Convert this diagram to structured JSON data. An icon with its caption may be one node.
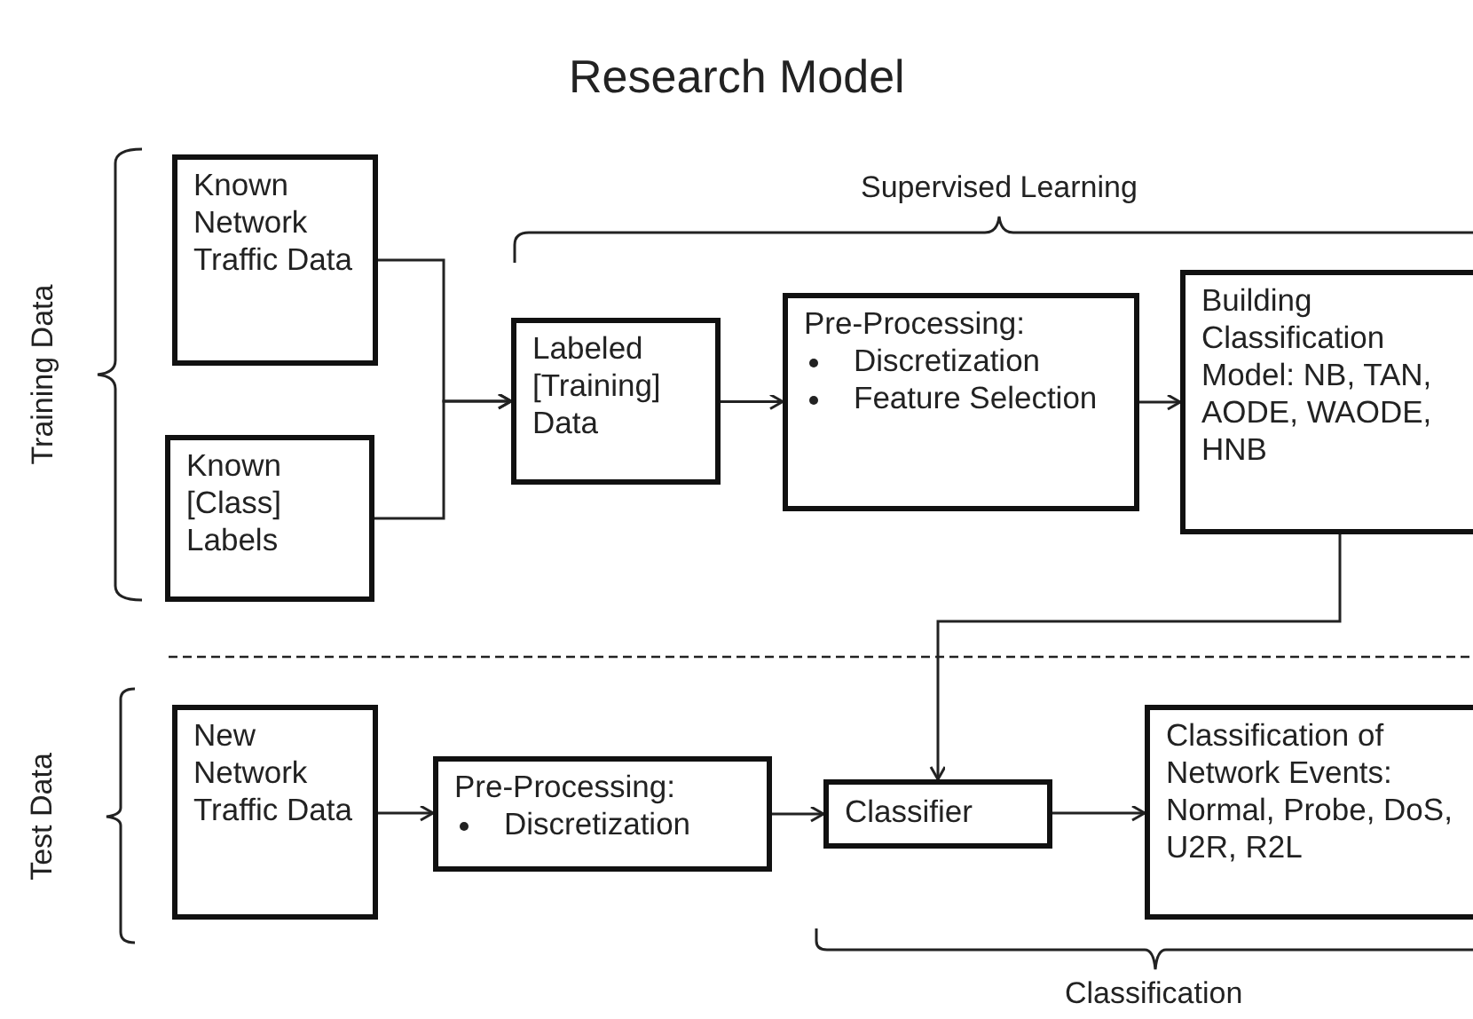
{
  "diagram": {
    "title": "Research Model",
    "nodes": [
      {
        "text": [
          "Known Network Traffic Data"
        ]
      },
      {
        "text": [
          "Known [Class] Labels"
        ]
      },
      {
        "text": [
          "Labeled [Training] Data"
        ]
      },
      {
        "text": [
          "Pre-Processing:",
          "Discretization",
          "Feature Selection"
        ]
      },
      {
        "text": [
          "Building Classification Model: NB, TAN, AODE, WAODE, HNB"
        ]
      },
      {
        "text": [
          "New Network Traffic Data"
        ]
      },
      {
        "text": [
          "Pre-Processing:",
          "Discretization"
        ]
      },
      {
        "text": [
          "Classifier"
        ]
      },
      {
        "text": [
          "Classification of Network Events: Normal, Probe, DoS, U2R, R2L"
        ]
      }
    ],
    "edges": [
      {
        "from": 0,
        "to": 2,
        "arrow": "to"
      },
      {
        "from": 1,
        "to": 2,
        "arrow": "to"
      },
      {
        "from": 2,
        "to": 3,
        "arrow": "to"
      },
      {
        "from": 3,
        "to": 4,
        "arrow": "to"
      },
      {
        "from": 4,
        "to": 7,
        "arrow": "to"
      },
      {
        "from": 5,
        "to": 6,
        "arrow": "to"
      },
      {
        "from": 6,
        "to": 7,
        "arrow": "to"
      },
      {
        "from": 7,
        "to": 8,
        "arrow": "to"
      }
    ],
    "labels": [
      "Supervised Learning",
      "Training Data",
      "Test Data",
      "Classification"
    ]
  }
}
